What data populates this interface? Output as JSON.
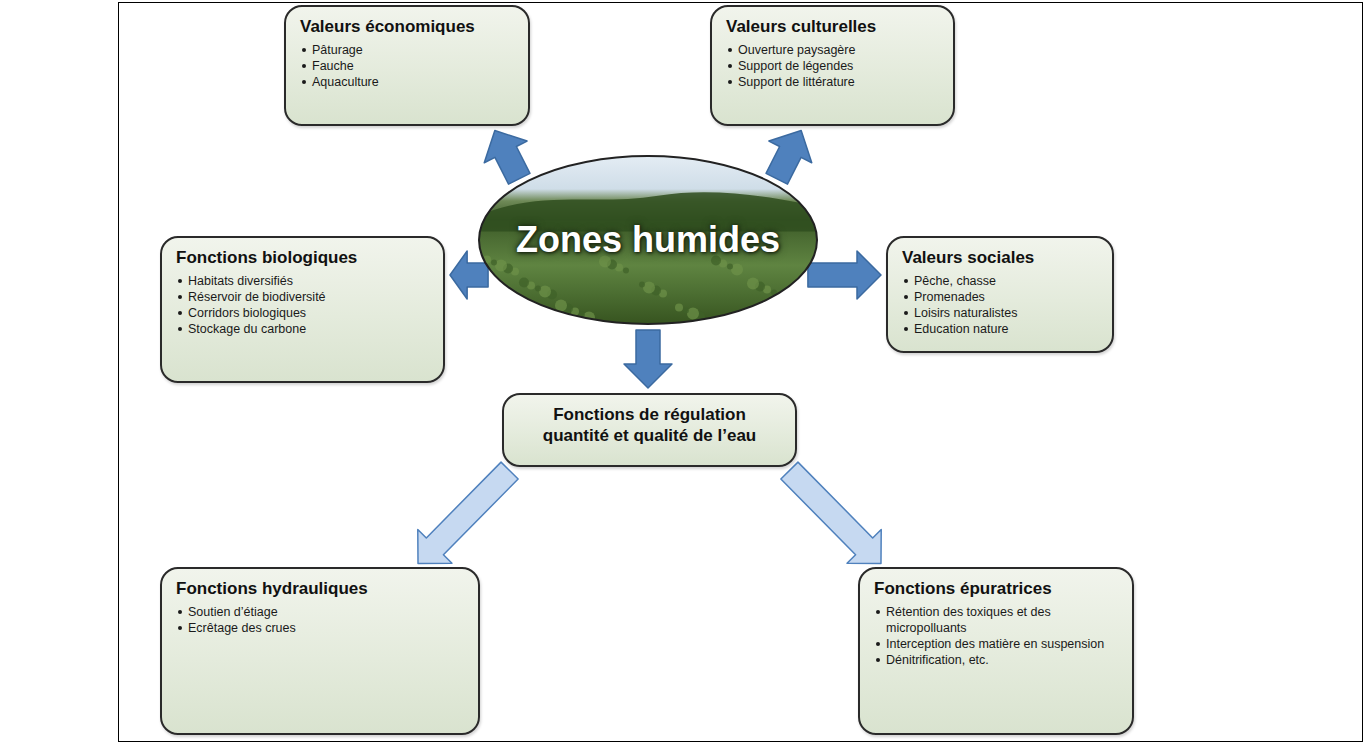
{
  "diagram": {
    "nodes": [
      {
        "text": [
          "Zones humides"
        ]
      },
      {
        "text": [
          "Valeurs économiques",
          "Pâturage",
          "Fauche",
          "Aquaculture"
        ]
      },
      {
        "text": [
          "Valeurs culturelles",
          "Ouverture paysagère",
          "Support de légendes",
          "Support de littérature"
        ]
      },
      {
        "text": [
          "Fonctions biologiques",
          "Habitats diversifiés",
          "Réservoir de biodiversité",
          "Corridors biologiques",
          "Stockage du carbone"
        ]
      },
      {
        "text": [
          "Valeurs sociales",
          "Pêche, chasse",
          "Promenades",
          "Loisirs naturalistes",
          "Education nature"
        ]
      },
      {
        "text": [
          "Fonctions de régulation quantité et qualité de l’eau"
        ]
      },
      {
        "text": [
          "Fonctions hydrauliques",
          "Soutien d’étiage",
          "Ecrêtage des crues"
        ]
      },
      {
        "text": [
          "Fonctions épuratrices",
          "Rétention des toxiques et des micropolluants",
          "Interception des matière en suspension",
          "Dénitrification, etc."
        ]
      }
    ],
    "edges": [
      {
        "from": 0,
        "to": 1,
        "arrow": "to"
      },
      {
        "from": 0,
        "to": 2,
        "arrow": "to"
      },
      {
        "from": 0,
        "to": 3,
        "arrow": "to"
      },
      {
        "from": 0,
        "to": 4,
        "arrow": "to"
      },
      {
        "from": 0,
        "to": 5,
        "arrow": "to"
      },
      {
        "from": 5,
        "to": 6,
        "arrow": "to"
      },
      {
        "from": 5,
        "to": 7,
        "arrow": "to"
      }
    ]
  }
}
